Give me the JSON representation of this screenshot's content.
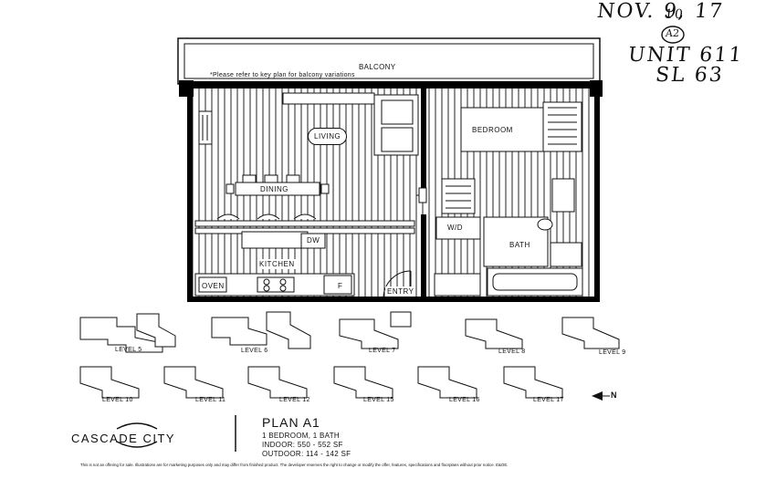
{
  "handwritten": {
    "date": "NOV. 9, 17",
    "ten": "10",
    "circle_code": "A2",
    "unit": "UNIT 611",
    "sl": "SL 63"
  },
  "plan": {
    "balcony": "BALCONY",
    "balcony_note": "*Please refer to key plan for balcony variations",
    "living": "LIVING",
    "bedroom": "BEDROOM",
    "dining": "DINING",
    "dw": "DW",
    "wd": "W/D",
    "bath": "BATH",
    "kitchen": "KITCHEN",
    "oven": "OVEN",
    "f": "F",
    "entry": "ENTRY"
  },
  "levels": [
    "LEVEL 5",
    "LEVEL 6",
    "LEVEL 7",
    "LEVEL 8",
    "LEVEL 9",
    "LEVEL 10",
    "LEVEL 11",
    "LEVEL 12",
    "LEVEL 15",
    "LEVEL 16",
    "LEVEL 17"
  ],
  "north": "N",
  "footer": {
    "brand": "CASCADE CITY",
    "plan_name": "PLAN A1",
    "rooms": "1 BEDROOM, 1 BATH",
    "indoor": "INDOOR: 550 - 552 SF",
    "outdoor": "OUTDOOR: 114 - 142 SF",
    "disclaimer": "This is not an offering for sale. Illustrations are for marketing purposes only and may differ from finished product. The developer reserves the right to change or modify the offer, features, specifications and floorplans without prior notice. E&OE."
  }
}
